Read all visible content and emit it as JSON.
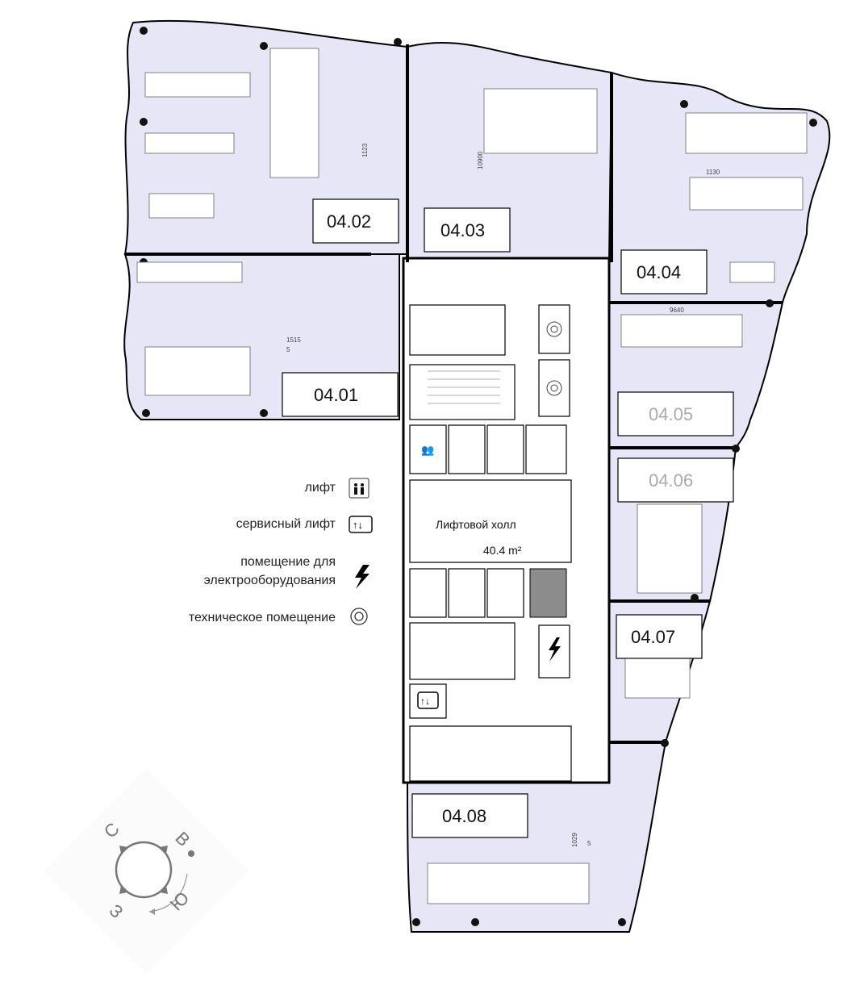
{
  "rooms": [
    {
      "id": "04.01"
    },
    {
      "id": "04.02"
    },
    {
      "id": "04.03"
    },
    {
      "id": "04.04"
    },
    {
      "id": "04.05"
    },
    {
      "id": "04.06"
    },
    {
      "id": "04.07"
    },
    {
      "id": "04.08"
    }
  ],
  "hall": {
    "name": "Лифтовой холл",
    "area": "40.4 m²"
  },
  "dimensions": [
    "1123",
    "10900",
    "1130",
    "9640",
    "1515",
    "5",
    "1029",
    "5"
  ],
  "legend": [
    {
      "label": "лифт",
      "icon": "elevator-icon"
    },
    {
      "label": "сервисный лифт",
      "icon": "service-elevator-icon"
    },
    {
      "label_line1": "помещение для",
      "label_line2": "электрооборудования",
      "icon": "lightning-icon"
    },
    {
      "label": "техническое помещение",
      "icon": "technical-room-icon"
    }
  ],
  "compass": {
    "n": "С",
    "e": "В",
    "s": "Ю",
    "w": "З"
  },
  "colors": {
    "room_fill": "#e6e6f7",
    "unavailable_text": "#aaaaaa",
    "electric_room": "#8c8c8c"
  }
}
